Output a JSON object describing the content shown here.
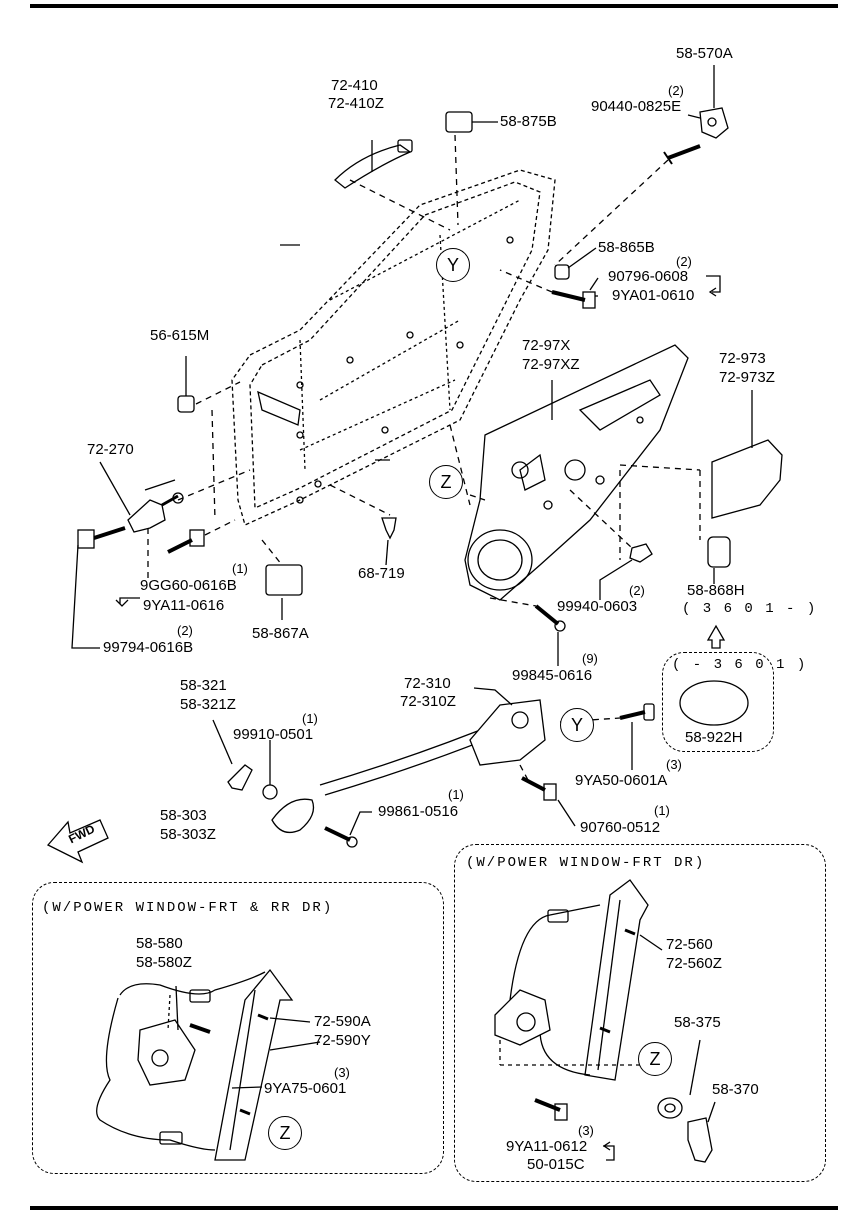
{
  "labels": {
    "p58570a": "58-570A",
    "p90440": "90440-0825E",
    "p72410": "72-410",
    "p72410z": "72-410Z",
    "p58875b": "58-875B",
    "p58865b": "58-865B",
    "p90796": "90796-0608",
    "p9ya01": "9YA01-0610",
    "p56615m": "56-615M",
    "p7297x": "72-97X",
    "p7297xz": "72-97XZ",
    "p72973": "72-973",
    "p72973z": "72-973Z",
    "p72270": "72-270",
    "p9gg60": "9GG60-0616B",
    "p9ya11a": "9YA11-0616",
    "p99794": "99794-0616B",
    "p58867a": "58-867A",
    "p68719": "68-719",
    "p99940": "99940-0603",
    "p58868h": "58-868H",
    "p3601a": "( 3 6 0 1 - )",
    "p3601b": "( - 3 6 0 1 )",
    "p58922h": "58-922H",
    "p99845": "99845-0616",
    "p58321": "58-321",
    "p58321z": "58-321Z",
    "p99910": "99910-0501",
    "p72310": "72-310",
    "p72310z": "72-310Z",
    "p9ya50": "9YA50-0601A",
    "p58303": "58-303",
    "p58303z": "58-303Z",
    "p99861": "99861-0516",
    "p90760": "90760-0512",
    "fwd": "FWD",
    "p58580": "58-580",
    "p58580z": "58-580Z",
    "p72590a": "72-590A",
    "p72590y": "72-590Y",
    "p9ya75": "9YA75-0601",
    "p72560": "72-560",
    "p72560z": "72-560Z",
    "p58375": "58-375",
    "p58370": "58-370",
    "p9ya11b": "9YA11-0612",
    "p50015c": "50-015C"
  },
  "quantities": {
    "q90440": "(2)",
    "q90796": "(2)",
    "q9gg60": "(1)",
    "q99794": "(2)",
    "q99940": "(2)",
    "q99845": "(9)",
    "q99910": "(1)",
    "q9ya50": "(3)",
    "q99861": "(1)",
    "q90760": "(1)",
    "q9ya75": "(3)",
    "q9ya11b": "(3)"
  },
  "callouts": {
    "y": "Y",
    "z": "Z"
  },
  "boxes": {
    "left_title": "(W/POWER WINDOW-FRT & RR DR)",
    "right_title": "(W/POWER WINDOW-FRT DR)"
  }
}
